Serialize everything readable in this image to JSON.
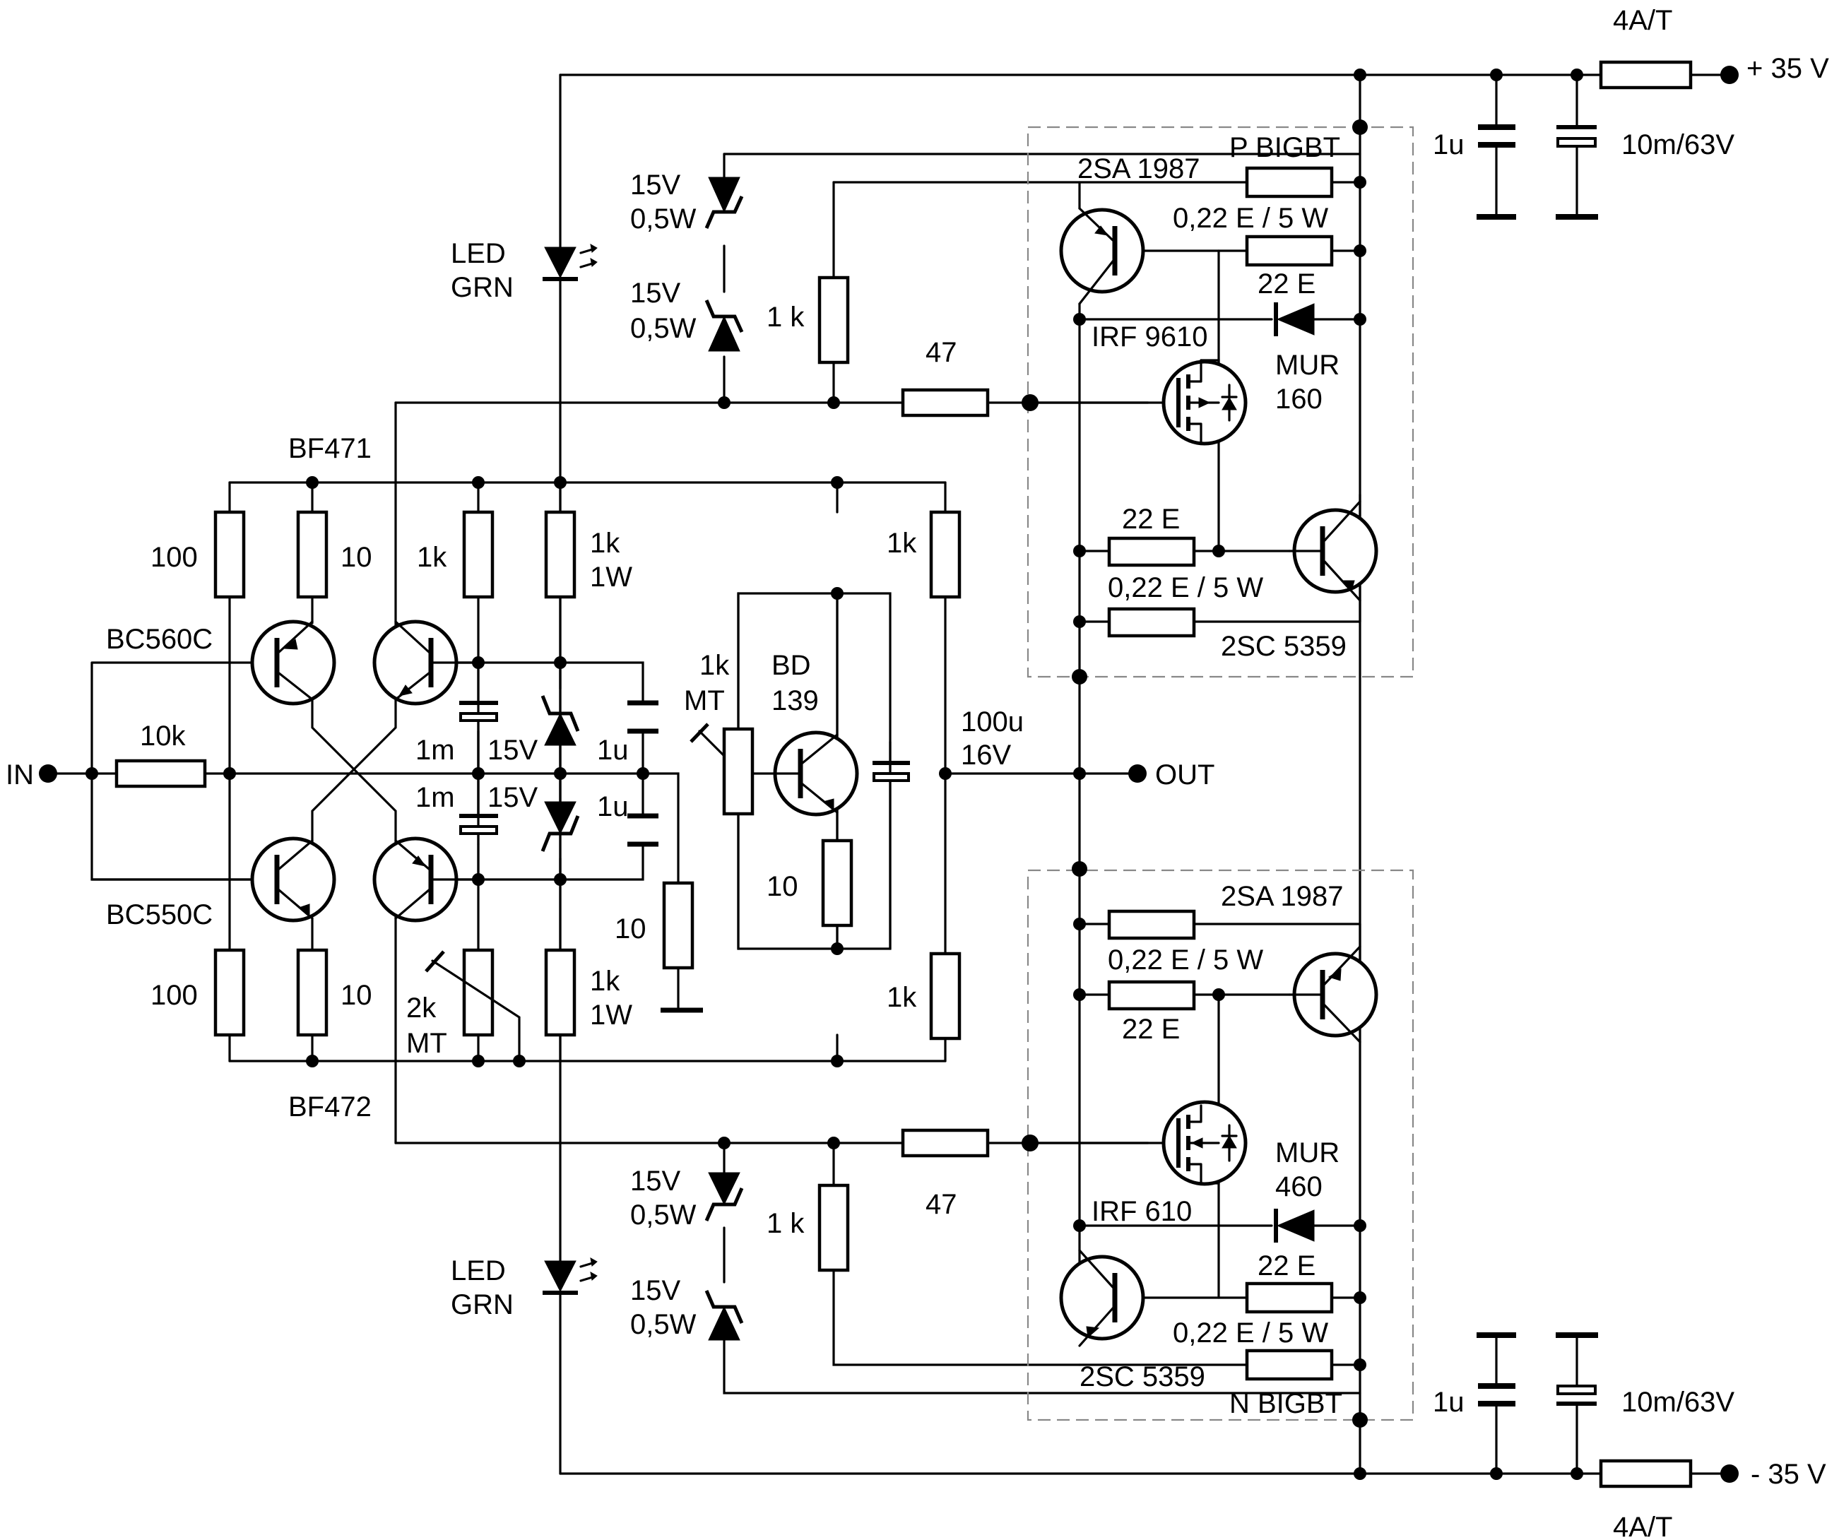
{
  "labels": {
    "in": "IN",
    "out": "OUT",
    "vpos": "+ 35 V",
    "vneg": "- 35 V",
    "fuse_top": "4A/T",
    "fuse_bot": "4A/T",
    "c_top_small": "1u",
    "c_top_big": "10m/63V",
    "c_bot_small": "1u",
    "c_bot_big": "10m/63V",
    "p_bigbt": "P BIGBT",
    "n_bigbt": "N BIGBT",
    "q_2sa1987_top": "2SA 1987",
    "q_2sa1987_bot": "2SA 1987",
    "q_2sc5359_top": "2SC 5359",
    "q_2sc5359_bot": "2SC 5359",
    "r022_a": "0,22 E / 5 W",
    "r22_a": "22 E",
    "irf9610": "IRF 9610",
    "mur160_a": "MUR",
    "mur160_b": "160",
    "r22_b": "22 E",
    "r022_b": "0,22 E / 5 W",
    "r022_c": "0,22 E / 5 W",
    "r22_c": "22 E",
    "irf610": "IRF 610",
    "mur460_a": "MUR",
    "mur460_b": "460",
    "r22_d": "22 E",
    "r022_d": "0,22 E / 5 W",
    "z1a": "15V",
    "z1b": "0,5W",
    "z2a": "15V",
    "z2b": "0,5W",
    "z3a": "15V",
    "z3b": "0,5W",
    "z4a": "15V",
    "z4b": "0,5W",
    "led_top_a": "LED",
    "led_top_b": "GRN",
    "led_bot_a": "LED",
    "led_bot_b": "GRN",
    "r1k_top": "1 k",
    "r1k_bot": "1 k",
    "r47_top": "47",
    "r47_bot": "47",
    "bf471": "BF471",
    "bf472": "BF472",
    "bc560c": "BC560C",
    "bc550c": "BC550C",
    "r100_top": "100",
    "r10_top": "10",
    "r100_bot": "100",
    "r10_bot": "10",
    "r1k_a": "1k",
    "r1k1w_top_a": "1k",
    "r1k1w_top_b": "1W",
    "r1k1w_bot_a": "1k",
    "r1k1w_bot_b": "1W",
    "r1k_right_top": "1k",
    "r1k_right_bot": "1k",
    "r10k": "10k",
    "c1m_top": "1m",
    "c1m_bot": "1m",
    "z15_top": "15V",
    "z15_bot": "15V",
    "c1u_top": "1u",
    "c1u_bot": "1u",
    "pot1k_a": "1k",
    "pot1k_b": "MT",
    "bd_a": "BD",
    "bd_b": "139",
    "r10_bd": "10",
    "r10_mid": "10",
    "c100u_a": "100u",
    "c100u_b": "16V",
    "pot2k_a": "2k",
    "pot2k_b": "MT"
  }
}
